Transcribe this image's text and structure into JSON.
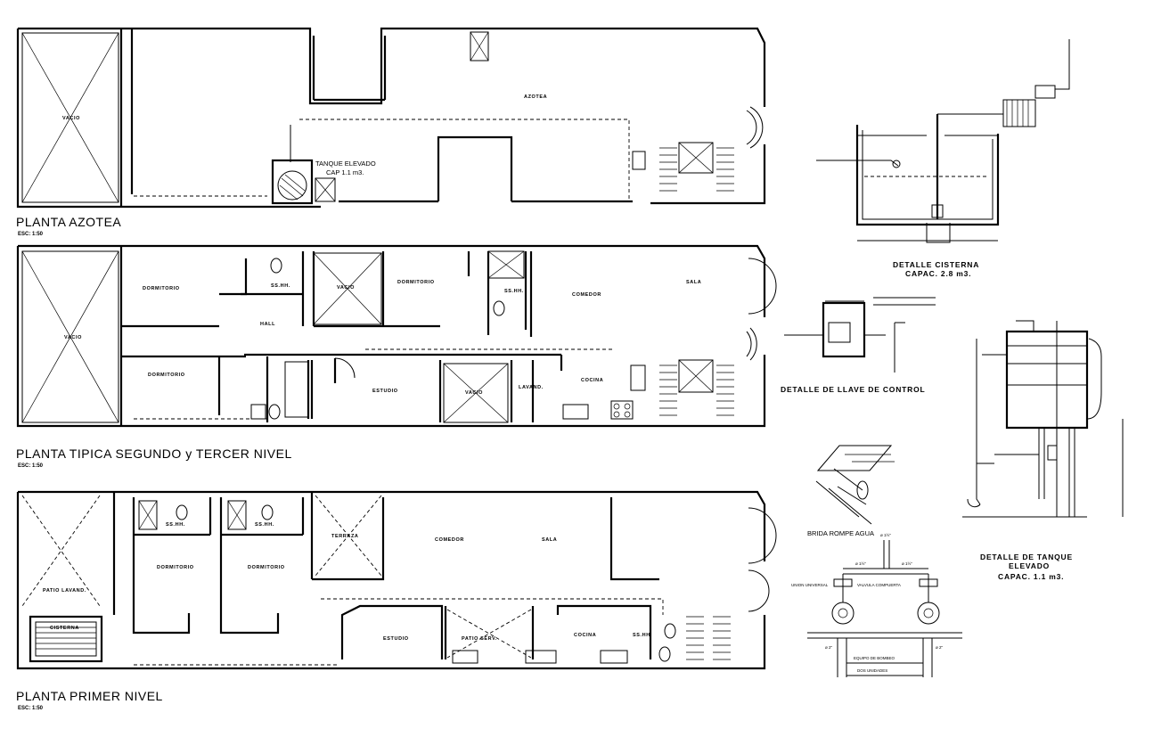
{
  "plans": {
    "azotea": {
      "title": "PLANTA AZOTEA",
      "scale": "ESC: 1:50",
      "vacio": "VACIO",
      "azotea_label": "AZOTEA",
      "tank_line1": "TANQUE ELEVADO",
      "tank_line2": "CAP 1.1 m3."
    },
    "tipica": {
      "title": "PLANTA TIPICA SEGUNDO y TERCER NIVEL",
      "scale": "ESC: 1:50",
      "rooms": {
        "vacio_left": "VACIO",
        "dormitorio_1": "DORMITORIO",
        "dormitorio_2": "DORMITORIO",
        "ssgg_1": "SS.HH.",
        "hall": "HALL",
        "vacio_mid": "VACIO",
        "dormitorio_3": "DORMITORIO",
        "ssgg_2": "SS.HH.",
        "comedor": "COMEDOR",
        "sala": "SALA",
        "estudio": "ESTUDIO",
        "vacio_low": "VACIO",
        "lavand": "LAVAND.",
        "cocina": "COCINA"
      }
    },
    "primer": {
      "title": "PLANTA PRIMER NIVEL",
      "scale": "ESC: 1:50",
      "rooms": {
        "ssgg_1": "SS.HH.",
        "ssgg_2": "SS.HH.",
        "terraza": "TERRAZA",
        "comedor": "COMEDOR",
        "sala": "SALA",
        "dormitorio_1": "DORMITORIO",
        "dormitorio_2": "DORMITORIO",
        "patio_lavand": "PATIO LAVAND.",
        "cisterna": "CISTERNA",
        "estudio": "ESTUDIO",
        "patio_serv": "PATIO SERV.",
        "cocina": "COCINA",
        "ssgg_3": "SS.HH."
      }
    }
  },
  "details": {
    "cisterna": {
      "line1": "DETALLE CISTERNA",
      "line2": "CAPAC. 2.8 m3."
    },
    "llave": {
      "title": "DETALLE DE LLAVE DE CONTROL"
    },
    "brida": {
      "title": "BRIDA ROMPE AGUA"
    },
    "tanque": {
      "line1": "DETALLE DE TANQUE",
      "line2": "ELEVADO",
      "line3": "CAPAC. 1.1 m3."
    },
    "bombeo": {
      "union": "UNION UNIVERSAL",
      "valvula": "VALVULA COMPUERTA",
      "equipo": "EQUIPO DE BOMBEO",
      "unidades": "DOS UNIDADES",
      "d1": "ø 1½\"",
      "d2": "ø 1½\"",
      "d3": "ø 1½\"",
      "d4": "ø 2\"",
      "d5": "ø 2\""
    }
  }
}
